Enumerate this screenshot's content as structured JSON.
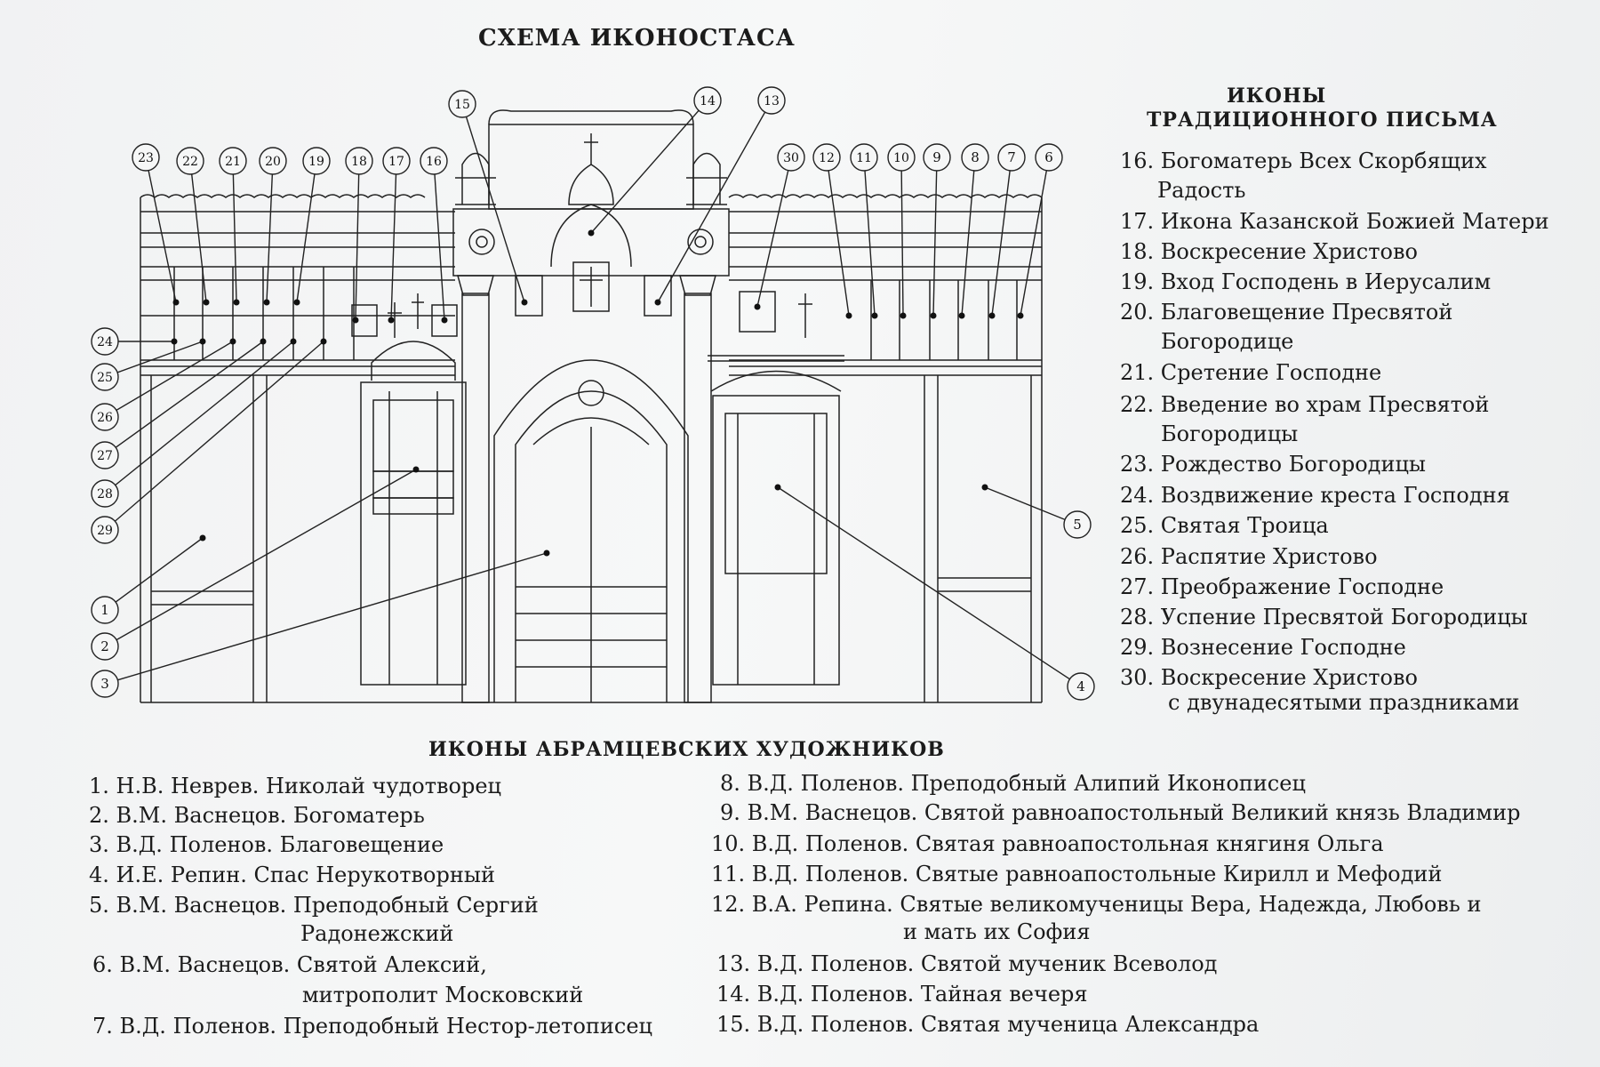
{
  "title": "СХЕМА ИКОНОСТАСА",
  "traditional": {
    "heading_line1": "ИКОНЫ",
    "heading_line2": "ТРАДИЦИОННОГО ПИСЬМА",
    "items": [
      {
        "text": "16. Богоматерь Всех Скорбящих",
        "cont": "Радость"
      },
      {
        "text": "17. Икона Казанской Божией Матери"
      },
      {
        "text": "18. Воскресение Христово"
      },
      {
        "text": "19. Вход Господень в Иерусалим"
      },
      {
        "text": "20. Благовещение Пресвятой",
        "cont": "Богородице"
      },
      {
        "text": "21. Сретение Господне"
      },
      {
        "text": "22. Введение во храм Пресвятой",
        "cont": "Богородицы"
      },
      {
        "text": "23. Рождество Богородицы"
      },
      {
        "text": "24. Воздвижение креста Господня"
      },
      {
        "text": "25. Святая Троица"
      },
      {
        "text": "26. Распятие Христово"
      },
      {
        "text": "27. Преображение Господне"
      },
      {
        "text": "28. Успение Пресвятой Богородицы"
      },
      {
        "text": "29. Вознесение Господне"
      },
      {
        "text": "30. Воскресение Христово",
        "cont": "с двунадесятыми праздниками"
      }
    ]
  },
  "abramtsevo": {
    "heading": "ИКОНЫ АБРАМЦЕВСКИХ ХУДОЖНИКОВ",
    "left": [
      {
        "text": "1. Н.В. Неврев. Николай чудотворец"
      },
      {
        "text": "2. В.М. Васнецов. Богоматерь"
      },
      {
        "text": "3. В.Д. Поленов. Благовещение"
      },
      {
        "text": "4. И.Е. Репин. Спас Нерукотворный"
      },
      {
        "text": "5. В.М. Васнецов. Преподобный Сергий",
        "cont": "Радонежский"
      },
      {
        "text": "6. В.М. Васнецов. Святой Алексий,",
        "cont": "митрополит Московский"
      },
      {
        "text": "7. В.Д. Поленов. Преподобный Нестор-летописец"
      }
    ],
    "right": [
      {
        "text": "8. В.Д. Поленов. Преподобный Алипий Иконописец"
      },
      {
        "text": "9. В.М. Васнецов. Святой равноапостольный Великий князь Владимир"
      },
      {
        "text": "10. В.Д. Поленов. Святая равноапостольная княгиня Ольга"
      },
      {
        "text": "11. В.Д. Поленов. Святые равноапостольные Кирилл и Мефодий"
      },
      {
        "text": "12. В.А. Репина. Святые великомученицы Вера, Надежда, Любовь и",
        "cont": "и мать их София"
      },
      {
        "text": "13. В.Д. Поленов. Святой мученик Всеволод"
      },
      {
        "text": "14. В.Д. Поленов. Тайная вечеря"
      },
      {
        "text": "15. В.Д. Поленов. Святая мученица Александра"
      }
    ]
  },
  "diagram": {
    "callouts": [
      "1",
      "2",
      "3",
      "4",
      "5",
      "6",
      "7",
      "8",
      "9",
      "10",
      "11",
      "12",
      "13",
      "14",
      "15",
      "16",
      "17",
      "18",
      "19",
      "20",
      "21",
      "22",
      "23",
      "24",
      "25",
      "26",
      "27",
      "28",
      "29",
      "30"
    ]
  }
}
